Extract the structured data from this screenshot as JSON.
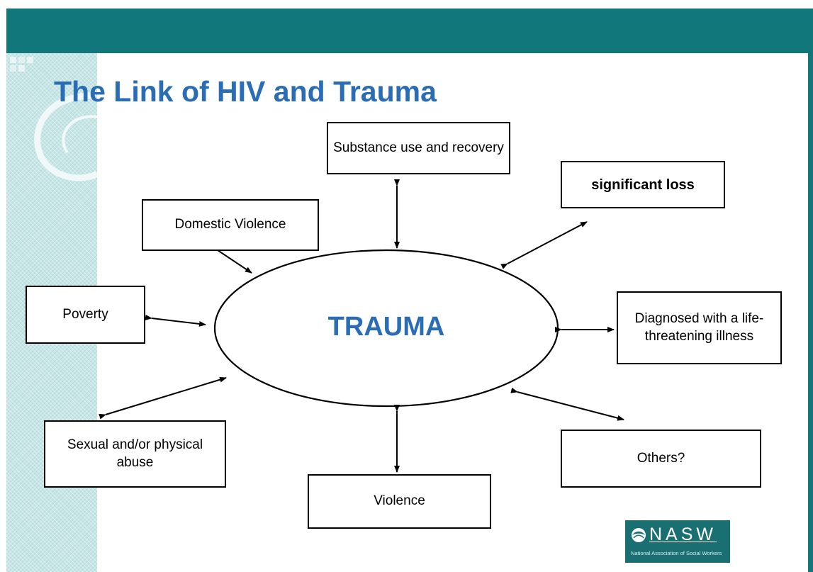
{
  "slide": {
    "title": "The Link of HIV and Trauma"
  },
  "center": {
    "label": "TRAUMA"
  },
  "nodes": {
    "substance": "Substance use and recovery",
    "loss": "significant loss",
    "domestic_violence": "Domestic Violence",
    "poverty": "Poverty",
    "diagnosed": "Diagnosed with a life-threatening illness",
    "sexual_abuse": "Sexual and/or physical abuse",
    "others": "Others?",
    "violence": "Violence"
  },
  "logo": {
    "name": "NASW",
    "tagline": "National Association of Social Workers",
    "icon": "nasw-logo-mark-icon"
  },
  "colors": {
    "teal": "#12777b",
    "title_blue": "#2a6db5",
    "sidebar": "#c9e6e7"
  }
}
